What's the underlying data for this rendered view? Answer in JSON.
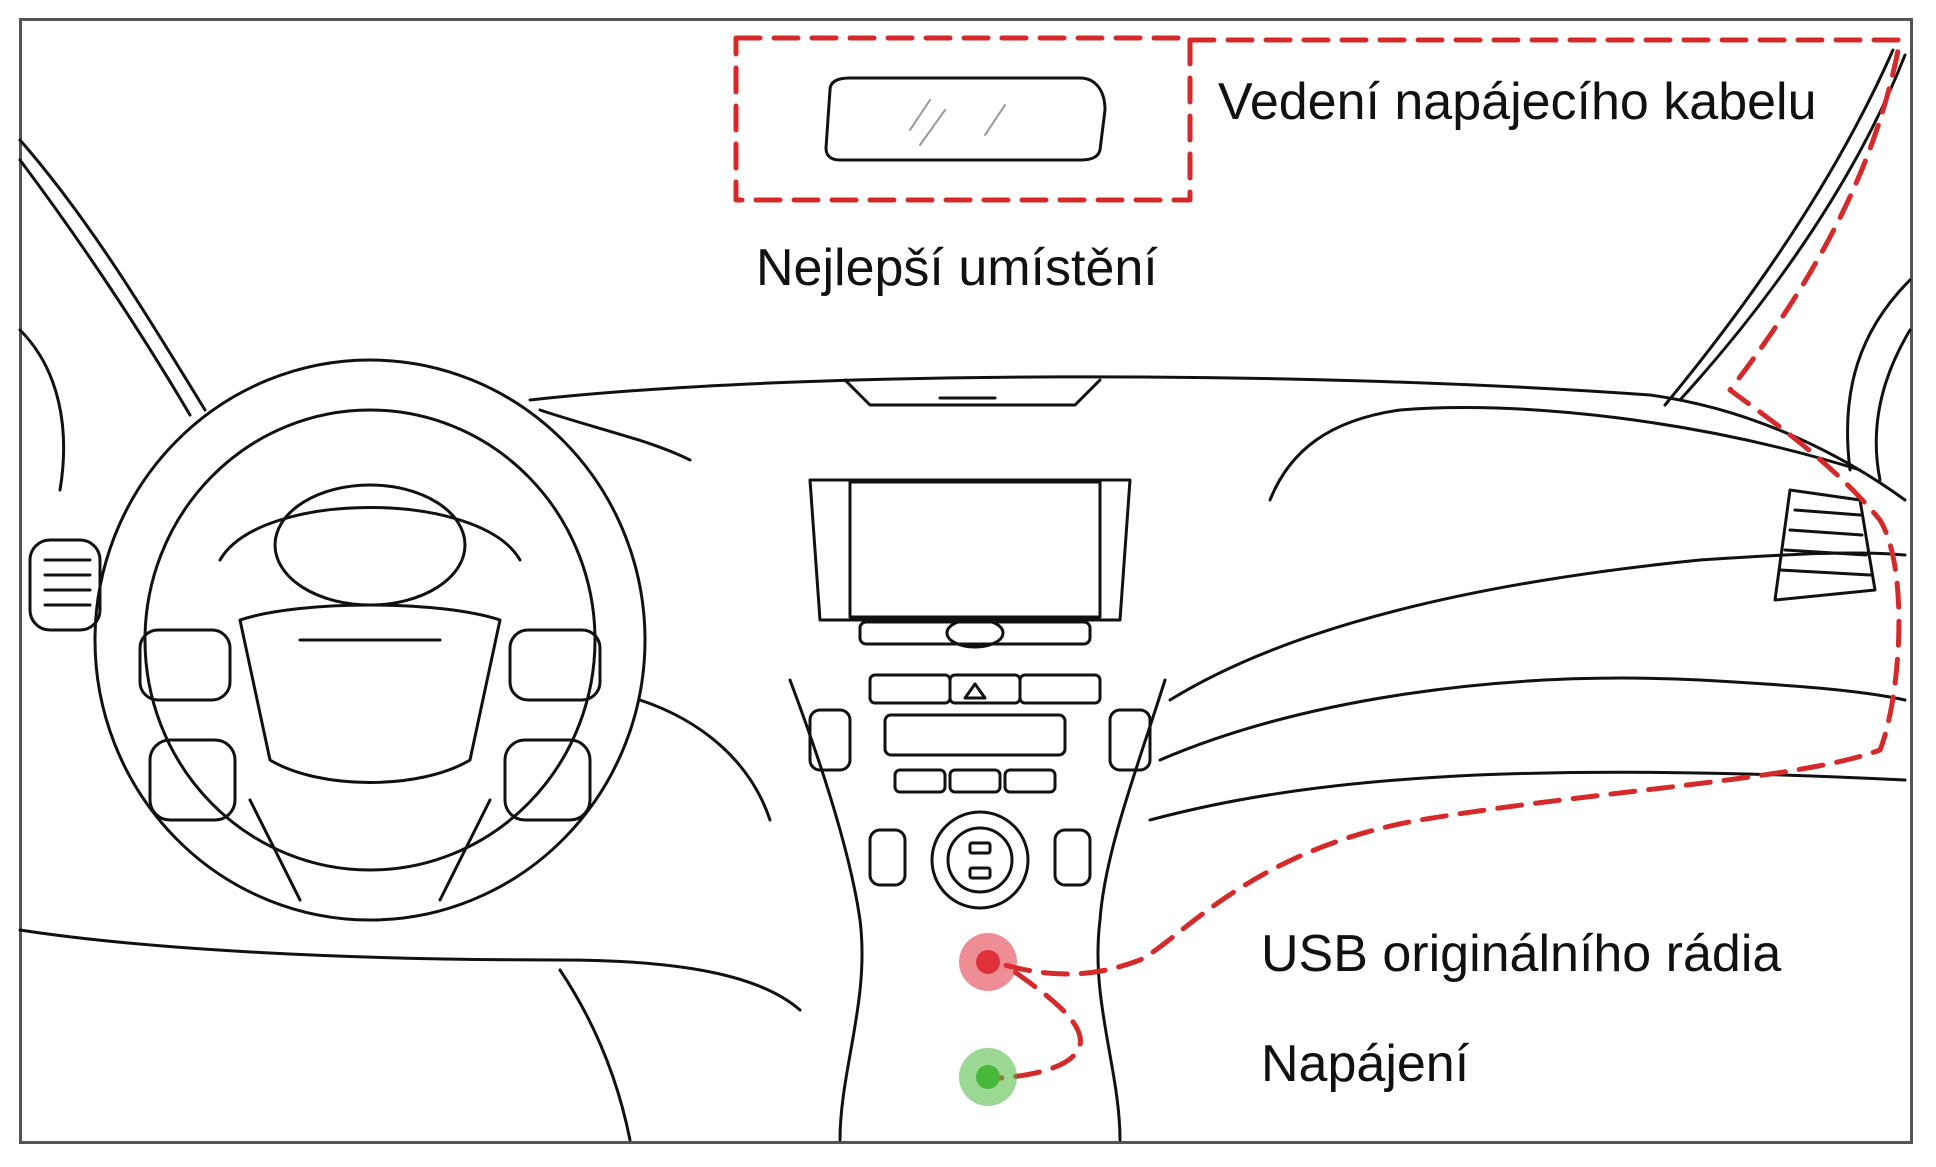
{
  "diagram": {
    "labels": {
      "cable_routing": "Vedení napájecího kabelu",
      "best_placement": "Nejlepší umístění",
      "usb_radio": "USB originálního rádia",
      "power": "Napájení"
    },
    "colors": {
      "outline": "#111111",
      "route": "#d62a2a",
      "usb_dot": "#e0303a",
      "power_dot": "#48b83a"
    },
    "icons": {
      "usb_marker": "red-dot-icon",
      "power_marker": "green-dot-icon",
      "hazard": "warning-triangle-icon"
    }
  }
}
